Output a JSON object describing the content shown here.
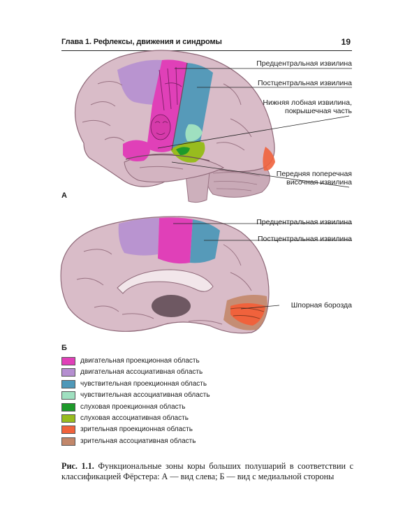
{
  "header": {
    "title": "Глава 1. Рефлексы, движения и синдромы",
    "page_number": "19"
  },
  "figure_a": {
    "label": "А",
    "callouts": {
      "precentral": "Предцентральная извилина",
      "postcentral": "Постцентральная извилина",
      "inferior_frontal_line1": "Нижняя лобная извилина,",
      "inferior_frontal_line2": "покрышечная часть",
      "transverse_temporal_line1": "Передняя поперечная",
      "transverse_temporal_line2": "височная извилина"
    }
  },
  "figure_b": {
    "label": "Б",
    "callouts": {
      "precentral": "Предцентральная извилина",
      "postcentral": "Постцентральная извилина",
      "calcarine": "Шпорная борозда"
    }
  },
  "legend": {
    "items": [
      {
        "label": "двигательная проекционная область",
        "color": "#e040b8"
      },
      {
        "label": "двигательная ассоциативная область",
        "color": "#b58fd0"
      },
      {
        "label": "чувствительная проекционная область",
        "color": "#4f98b8"
      },
      {
        "label": "чувствительная ассоциативная область",
        "color": "#9fe0c0"
      },
      {
        "label": "слуховая проекционная область",
        "color": "#1e9a2a"
      },
      {
        "label": "слуховая ассоциативная область",
        "color": "#98bc1e"
      },
      {
        "label": "зрительная проекционная область",
        "color": "#f0623c"
      },
      {
        "label": "зрительная ассоциативная область",
        "color": "#c2876a"
      }
    ]
  },
  "caption": {
    "prefix": "Рис. 1.1.",
    "text": " Функциональные зоны коры больших полушарий в соответствии с классификацией Фёрстера: А — вид слева; Б — вид с медиальной стороны"
  },
  "colors": {
    "brain": "#d9bcc8",
    "brain_shadow": "#b898a6",
    "sulcus": "#9a7484",
    "cerebellum": "#c9aab7",
    "corpus_callosum": "#f2e6ea",
    "thalamus": "#5a4650"
  }
}
